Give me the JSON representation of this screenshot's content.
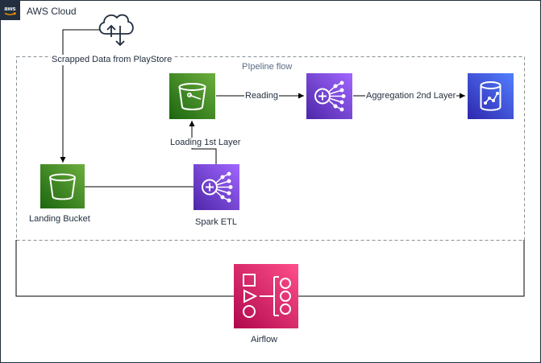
{
  "cloud": {
    "title": "AWS Cloud"
  },
  "source": {
    "label": "Scrapped Data from PlayStore"
  },
  "group": {
    "label": "PIpeline flow"
  },
  "nodes": {
    "landing_bucket": "Landing Bucket",
    "spark_etl": "Spark ETL",
    "airflow": "Airflow"
  },
  "edges": {
    "loading": "Loading 1st Layer",
    "reading": "Reading",
    "aggregation": "Aggregation 2nd Layer"
  },
  "colors": {
    "s3": "#3f8624",
    "analytics": "#8c4fff",
    "database": "#3b48cc",
    "airflow": "#e7157b",
    "line": "#000000",
    "dashed": "#879196"
  }
}
